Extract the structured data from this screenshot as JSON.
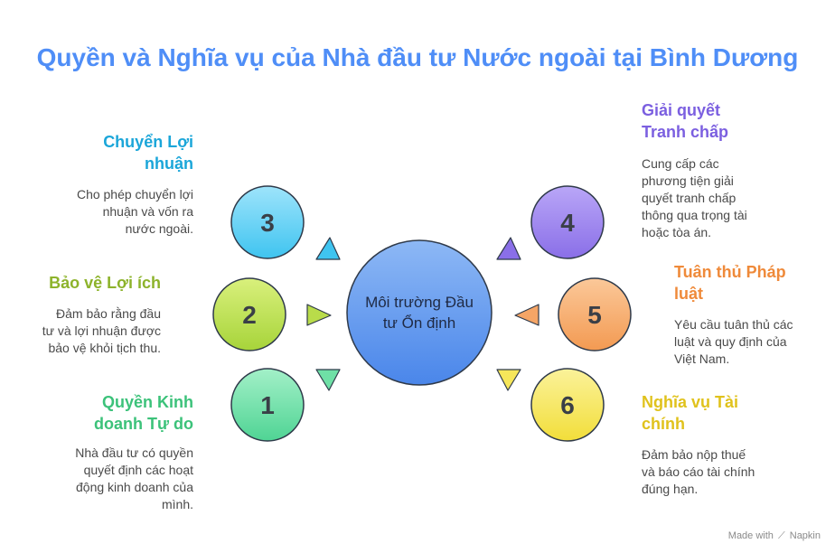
{
  "title": "Quyền và Nghĩa vụ của Nhà đầu tư Nước ngoài tại Bình Dương",
  "center": {
    "line1": "Môi trường Đầu",
    "line2": "tư Ổn định"
  },
  "nodes": [
    {
      "number": "1",
      "title_line1": "Quyền Kinh",
      "title_line2": "doanh Tự do",
      "desc_line1": "Nhà đầu tư có quyền",
      "desc_line2": "quyết định các hoạt",
      "desc_line3": "động kinh doanh của",
      "desc_line4": "mình.",
      "color": "#3cc27a"
    },
    {
      "number": "2",
      "title_line1": "Bảo vệ Lợi ích",
      "desc_line1": "Đảm bảo rằng đầu",
      "desc_line2": "tư và lợi nhuận được",
      "desc_line3": "bảo vệ khỏi tịch thu.",
      "color": "#8db32b"
    },
    {
      "number": "3",
      "title_line1": "Chuyển Lợi",
      "title_line2": "nhuận",
      "desc_line1": "Cho phép chuyển lợi",
      "desc_line2": "nhuận và vốn ra",
      "desc_line3": "nước ngoài.",
      "color": "#1ba6d9"
    },
    {
      "number": "4",
      "title_line1": "Giải quyết",
      "title_line2": "Tranh chấp",
      "desc_line1": "Cung cấp các",
      "desc_line2": "phương tiện giải",
      "desc_line3": "quyết tranh chấp",
      "desc_line4": "thông qua trọng tài",
      "desc_line5": "hoặc tòa án.",
      "color": "#7b5fe0"
    },
    {
      "number": "5",
      "title_line1": "Tuân thủ Pháp",
      "title_line2": "luật",
      "desc_line1": "Yêu cầu tuân thủ các",
      "desc_line2": "luật và quy định của",
      "desc_line3": "Việt Nam.",
      "color": "#ef8a3a"
    },
    {
      "number": "6",
      "title_line1": "Nghĩa vụ Tài",
      "title_line2": "chính",
      "desc_line1": "Đảm bảo nộp thuế",
      "desc_line2": "và báo cáo tài chính",
      "desc_line3": "đúng hạn.",
      "color": "#e0c21c"
    }
  ],
  "credit": {
    "text": "Made with",
    "logo_icon": "napkin-logo-icon",
    "brand": "Napkin"
  }
}
